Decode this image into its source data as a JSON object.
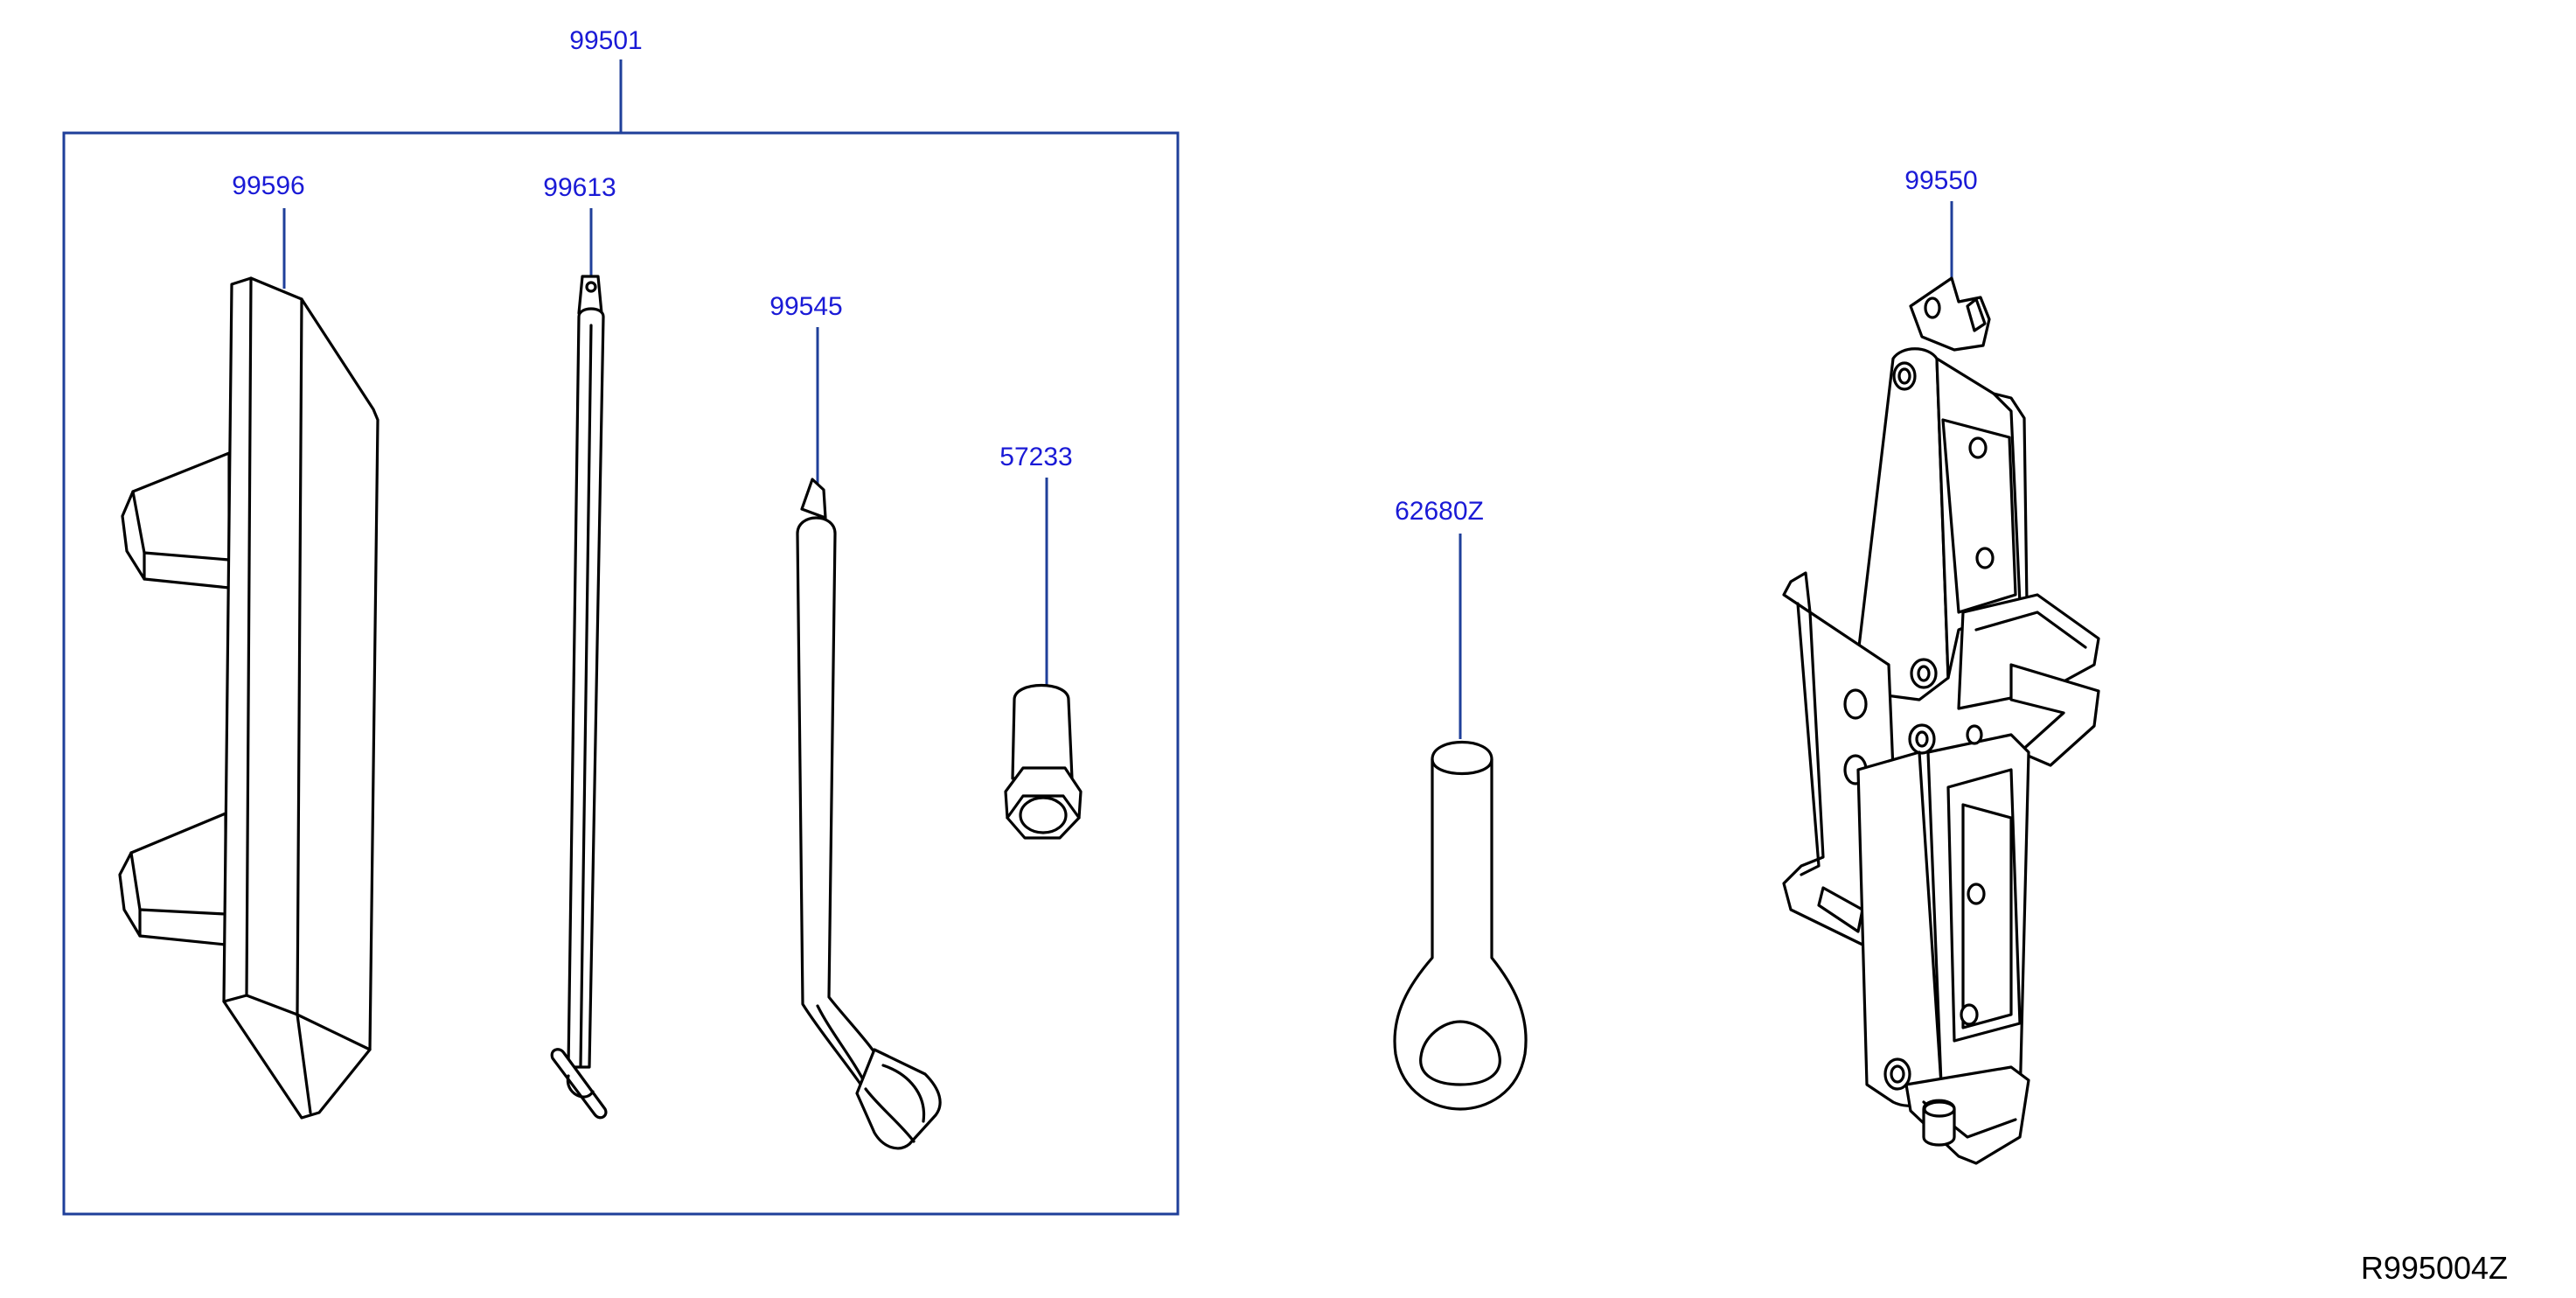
{
  "diagram": {
    "colors": {
      "callout_text": "#1a1ad6",
      "leader_line": "#1f3f9a",
      "part_outline": "#000000",
      "background": "#ffffff"
    },
    "kit_label": "99501",
    "parts": [
      {
        "id": "wheel-chock",
        "number": "99596"
      },
      {
        "id": "jack-handle-rod",
        "number": "99613"
      },
      {
        "id": "lug-wrench",
        "number": "99545"
      },
      {
        "id": "lock-nut-adapter",
        "number": "57233"
      },
      {
        "id": "tow-hook",
        "number": "62680Z"
      },
      {
        "id": "scissor-jack",
        "number": "99550"
      }
    ],
    "reference_code": "R995004Z"
  }
}
